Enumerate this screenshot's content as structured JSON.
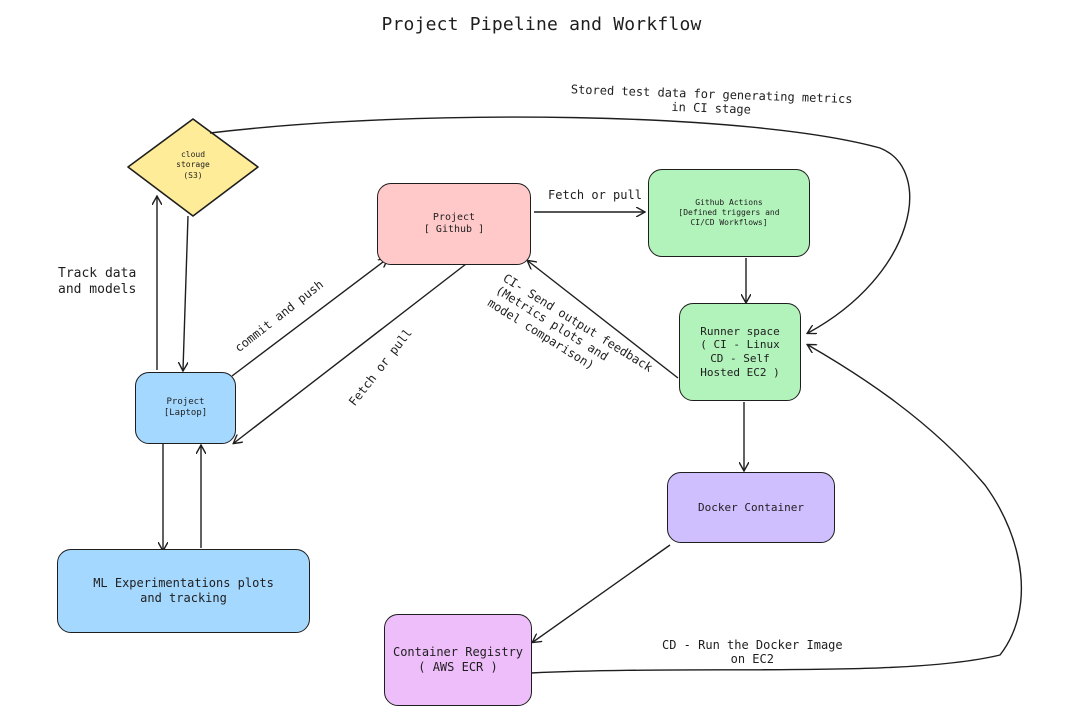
{
  "title": "Project Pipeline and Workflow",
  "nodes": {
    "cloud_storage": "cloud\nstorage\n(S3)",
    "project_github": "Project\n[ Github ]",
    "github_actions": "Github Actions\n[Defined triggers and\nCI/CD Workflows]",
    "project_laptop": "Project\n[Laptop]",
    "runner_space": "Runner space\n( CI - Linux\n  CD - Self\n Hosted EC2 )",
    "ml_experimentations": "ML Experimentations plots\nand tracking",
    "docker_container": "Docker Container",
    "container_registry": "Container Registry\n( AWS ECR )"
  },
  "edge_labels": {
    "stored_test_data": "Stored test data for generating metrics\nin CI stage",
    "fetch_or_pull_actions": "Fetch or pull",
    "track_data_models": "Track data\nand models",
    "commit_and_push": "commit and push",
    "fetch_or_pull_laptop": "Fetch or pull",
    "ci_send_output": "CI- Send output feedback\n(Metrics plots and\nmodel comparison)",
    "cd_run_docker": "CD - Run the Docker Image\non EC2"
  },
  "colors": {
    "cloud_storage": "#ffec99",
    "project_github": "#ffc9c9",
    "github_actions": "#b2f2bb",
    "project_laptop": "#a5d8ff",
    "runner_space": "#b2f2bb",
    "ml_experimentations": "#a5d8ff",
    "docker_container": "#d0bfff",
    "container_registry": "#eebefa",
    "stroke": "#1e1e1e"
  }
}
